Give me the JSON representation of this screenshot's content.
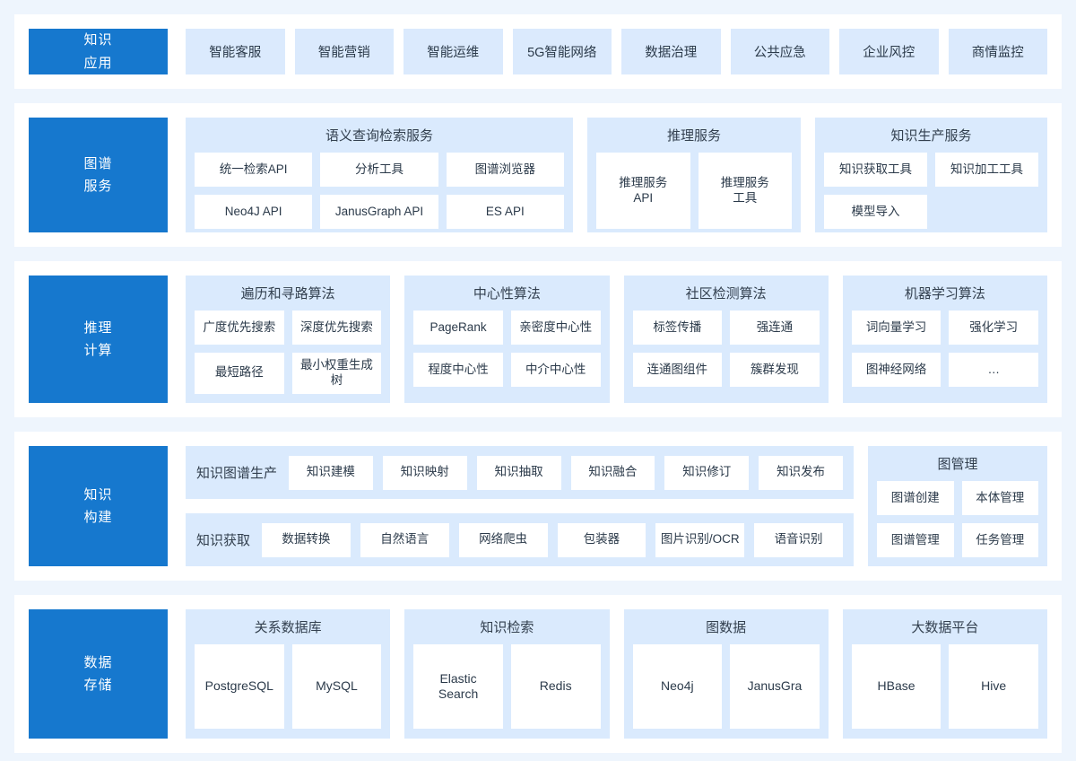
{
  "colors": {
    "page_background": "#eef5fd",
    "band_background": "#ffffff",
    "side_label": "#1678ce",
    "group_card": "#daeafd",
    "app_tile": "#dbeafd",
    "chip": "#ffffff",
    "text": "#2b3a4a"
  },
  "bands": [
    {
      "label_lines": [
        "知识",
        "应用"
      ],
      "tiles": [
        "智能客服",
        "智能营销",
        "智能运维",
        "5G智能网络",
        "数据治理",
        "公共应急",
        "企业风控",
        "商情监控"
      ]
    },
    {
      "label_lines": [
        "图谱",
        "服务"
      ],
      "groups": [
        {
          "title": "语义查询检索服务",
          "items": [
            "统一检索API",
            "分析工具",
            "图谱浏览器",
            "Neo4J API",
            "JanusGraph API",
            "ES API"
          ]
        },
        {
          "title": "推理服务",
          "items": [
            "推理服务\nAPI",
            "推理服务\n工具"
          ]
        },
        {
          "title": "知识生产服务",
          "items": [
            "知识获取工具",
            "知识加工工具",
            "模型导入",
            ""
          ]
        }
      ]
    },
    {
      "label_lines": [
        "推理",
        "计算"
      ],
      "groups": [
        {
          "title": "遍历和寻路算法",
          "items": [
            "广度优先搜索",
            "深度优先搜索",
            "最短路径",
            "最小权重生成树"
          ]
        },
        {
          "title": "中心性算法",
          "items": [
            "PageRank",
            "亲密度中心性",
            "程度中心性",
            "中介中心性"
          ]
        },
        {
          "title": "社区检测算法",
          "items": [
            "标签传播",
            "强连通",
            "连通图组件",
            "簇群发现"
          ]
        },
        {
          "title": "机器学习算法",
          "items": [
            "词向量学习",
            "强化学习",
            "图神经网络",
            "…"
          ]
        }
      ]
    },
    {
      "label_lines": [
        "知识",
        "构建"
      ],
      "bars": [
        {
          "label": "知识图谱生产",
          "items": [
            "知识建模",
            "知识映射",
            "知识抽取",
            "知识融合",
            "知识修订",
            "知识发布"
          ]
        },
        {
          "label": "知识获取",
          "items": [
            "数据转换",
            "自然语言",
            "网络爬虫",
            "包装器",
            "图片识别/OCR",
            "语音识别"
          ]
        }
      ],
      "groups": [
        {
          "title": "图管理",
          "items": [
            "图谱创建",
            "本体管理",
            "图谱管理",
            "任务管理"
          ]
        }
      ]
    },
    {
      "label_lines": [
        "数据",
        "存储"
      ],
      "groups": [
        {
          "title": "关系数据库",
          "items": [
            "PostgreSQL",
            "MySQL"
          ]
        },
        {
          "title": "知识检索",
          "items": [
            "Elastic\nSearch",
            "Redis"
          ]
        },
        {
          "title": "图数据",
          "items": [
            "Neo4j",
            "JanusGra"
          ]
        },
        {
          "title": "大数据平台",
          "items": [
            "HBase",
            "Hive"
          ]
        }
      ]
    }
  ]
}
